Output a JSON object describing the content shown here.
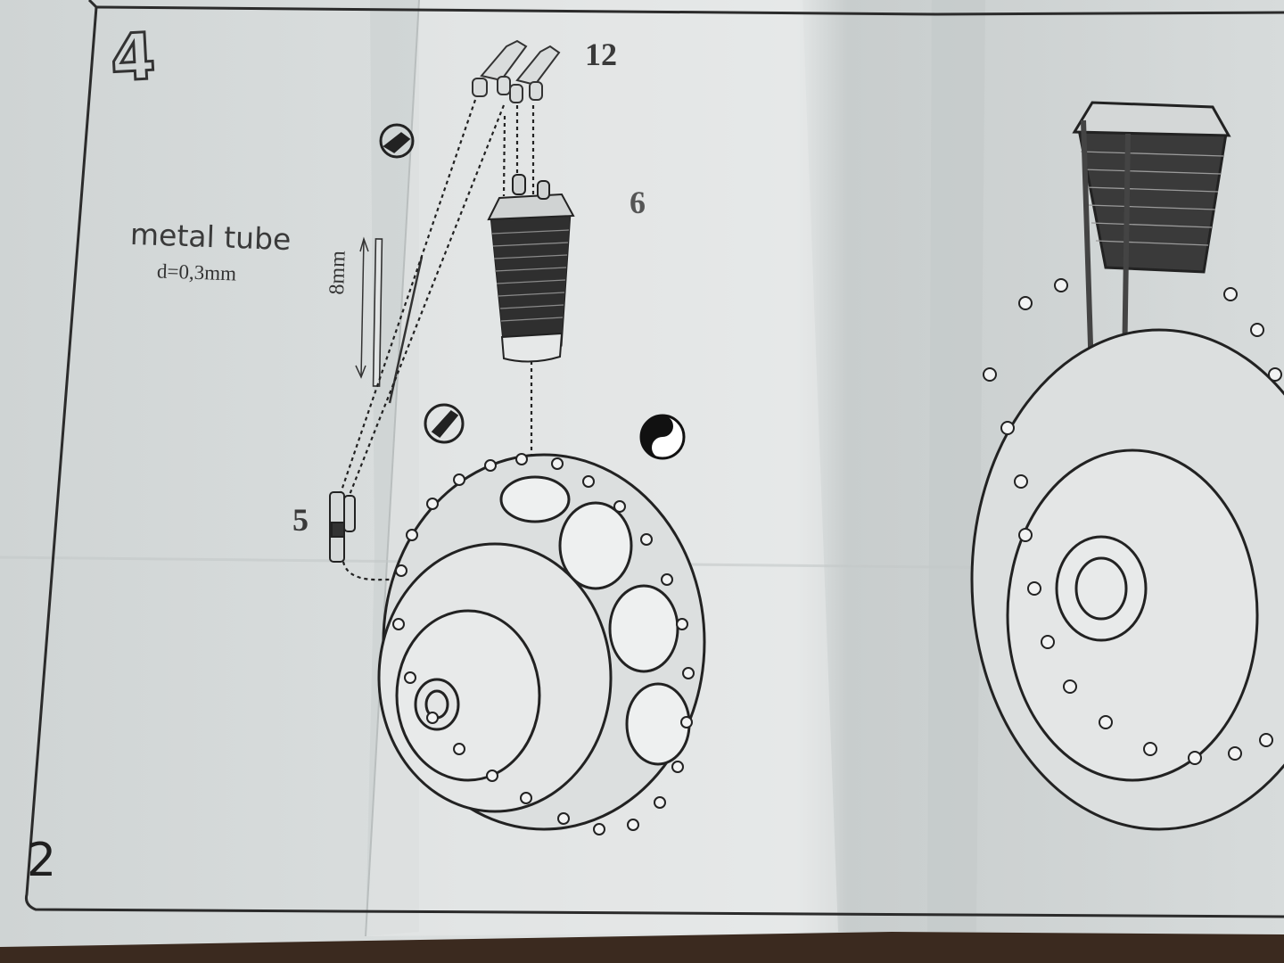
{
  "step_number": "4",
  "page_number": "2",
  "metal_tube": {
    "title": "metal tube",
    "diameter": "d=0,3mm",
    "length": "8mm"
  },
  "parts": {
    "rocker_arms": "12",
    "cylinder": "6",
    "pushrod_base": "5"
  },
  "icons": [
    "glue-icon",
    "paint-icon",
    "color-half-icon"
  ],
  "colors": {
    "paper": "#dfe3e4",
    "paper_shade": "#c7cccc",
    "background": "#4a3426",
    "ink": "#2b2b2b"
  }
}
